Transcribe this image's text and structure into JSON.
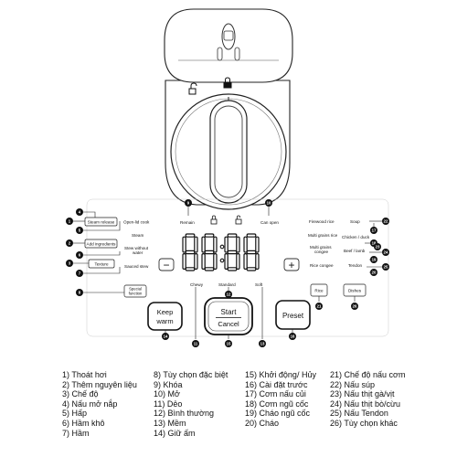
{
  "display": {
    "digits": "88:88"
  },
  "lid_icons": {
    "unlock": "unlock-icon",
    "lock": "lock-icon"
  },
  "callouts": {
    "steam_release": {
      "num": "1",
      "label": "Steam release"
    },
    "open_lid_cook": {
      "num": "4",
      "label": "Open-lid cook"
    },
    "steam": {
      "num": "5",
      "label": "Steam"
    },
    "add_ingredients": {
      "num": "2",
      "label": "Add ingredients"
    },
    "stew_without_water": {
      "num": "6",
      "label": [
        "Stew without",
        "water"
      ]
    },
    "texture": {
      "num": "3",
      "label": "Texture"
    },
    "sauced_stew": {
      "num": "7",
      "label": "Sauced stew"
    },
    "special_function": {
      "num": "8",
      "label": [
        "Special",
        "function"
      ]
    },
    "remain": {
      "num": "9",
      "label": "Remain"
    },
    "can_open": {
      "num": "10",
      "label": "Can open"
    },
    "chewy": {
      "num": "11",
      "label": "Chewy"
    },
    "standard": {
      "num": "12",
      "label": "Standard"
    },
    "soft": {
      "num": "13",
      "label": "Soft"
    },
    "keep_warm": {
      "num": "14",
      "label": [
        "Keep",
        "warm"
      ]
    },
    "start_cancel": {
      "num": "15",
      "label": [
        "Start",
        "Cancel"
      ]
    },
    "preset": {
      "num": "16",
      "label": "Preset"
    },
    "firewood_rice": {
      "num": "17",
      "label": "Firewood rice"
    },
    "multi_grains_rice": {
      "num": "18",
      "label": "Multi grains rice"
    },
    "multi_grains_congee": {
      "num": "19",
      "label": [
        "Multi grains",
        "congee"
      ]
    },
    "rice_congee": {
      "num": "20",
      "label": "Rice congee"
    },
    "rice": {
      "num": "21",
      "label": "Rice"
    },
    "soup": {
      "num": "22",
      "label": "Soup"
    },
    "chicken_duck": {
      "num": "23",
      "label": "Chicken / duck"
    },
    "beef_lamb": {
      "num": "24",
      "label": "Beef / lamb"
    },
    "tendon": {
      "num": "25",
      "label": "Tendon"
    },
    "dishes": {
      "num": "26",
      "label": "Dishes"
    }
  },
  "minus_symbol": "−",
  "plus_symbol": "+",
  "legend": {
    "col1": [
      "1) Thoát hơi",
      "2) Thêm nguyên liệu",
      "3) Chế độ",
      "4) Nấu mở nắp",
      "5) Hấp",
      "6) Hầm khô",
      "7) Hầm"
    ],
    "col2": [
      "8) Tùy chọn đặc biệt",
      "9) Khóa",
      "10) Mở",
      "11) Dẻo",
      "12) Bình thường",
      "13) Mềm",
      "14) Giữ ấm"
    ],
    "col3": [
      "15) Khởi động/ Hủy",
      "16) Cài đặt trước",
      "17) Cơm nấu củi",
      "18) Cơm ngũ cốc",
      "19) Cháo ngũ cốc",
      "20) Cháo"
    ],
    "col4": [
      "21) Chế độ nấu cơm",
      "22) Nấu súp",
      "23) Nấu thịt gà/vịt",
      "24) Nấu thịt bò/cừu",
      "25) Nấu Tendon",
      "26) Tùy chọn khác"
    ]
  }
}
